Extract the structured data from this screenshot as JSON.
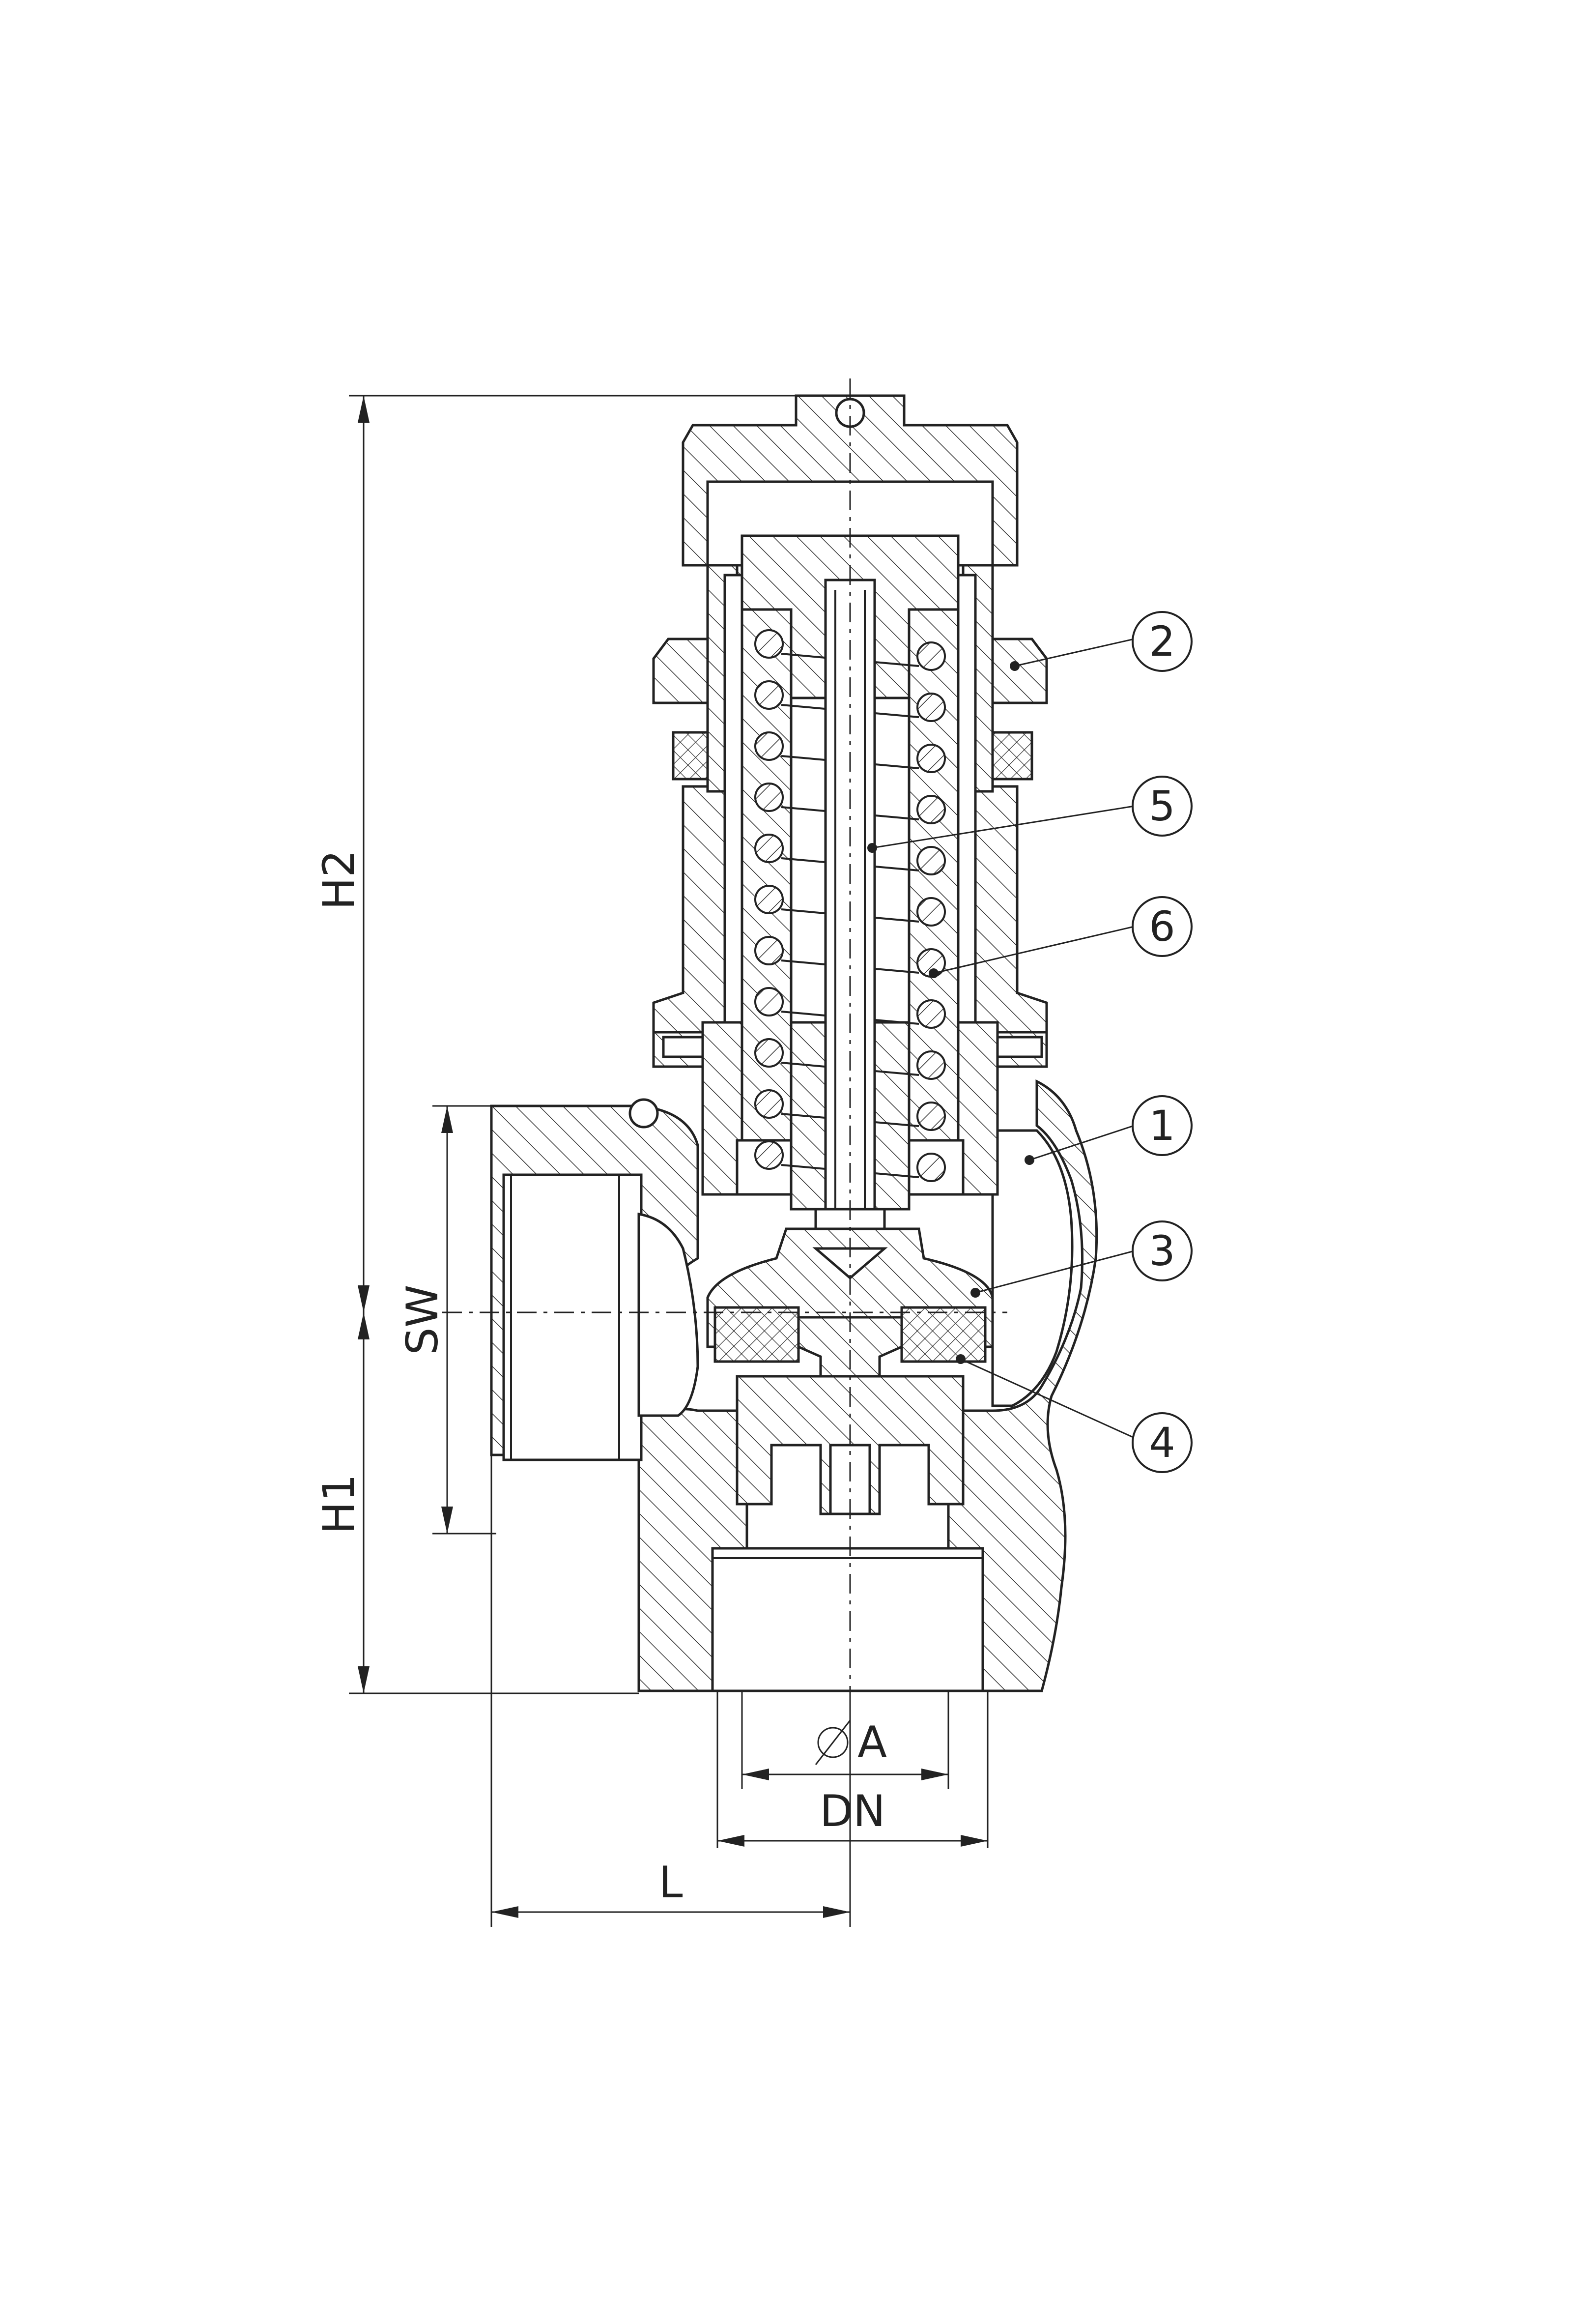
{
  "dimensions": {
    "H2": "H2",
    "H1": "H1",
    "SW": "SW",
    "A": "A",
    "DN": "DN",
    "L": "L"
  },
  "callouts": [
    "2",
    "5",
    "6",
    "1",
    "3",
    "4"
  ]
}
